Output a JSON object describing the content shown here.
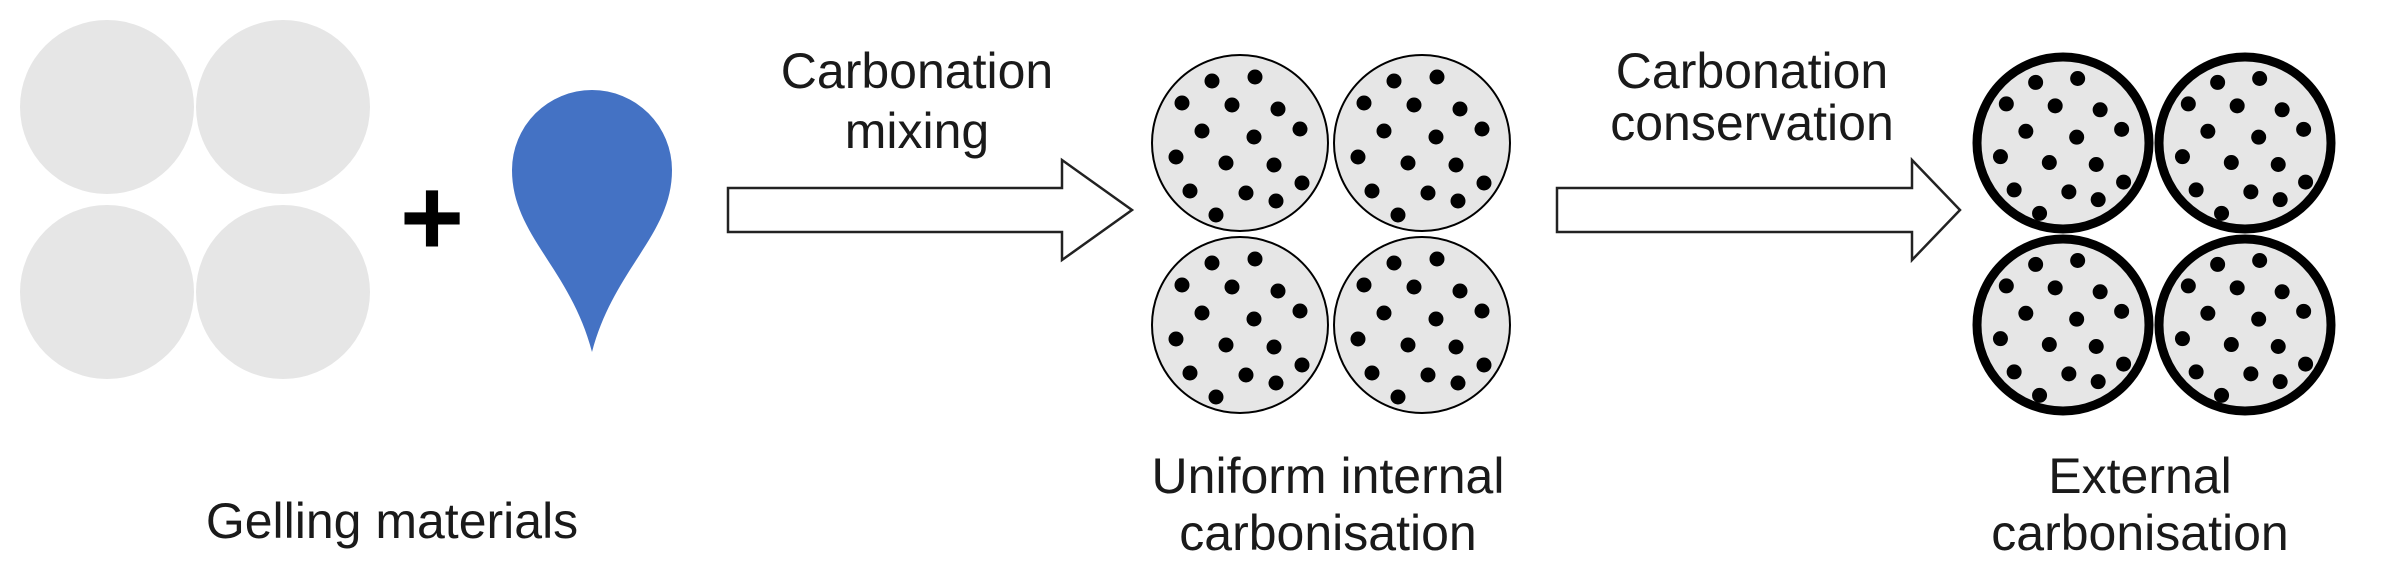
{
  "stages": [
    {
      "id": "gelling",
      "label_lines": [
        "Gelling materials"
      ]
    },
    {
      "id": "internal",
      "label_lines": [
        "Uniform internal",
        "carbonisation"
      ]
    },
    {
      "id": "external",
      "label_lines": [
        "External",
        "carbonisation"
      ]
    }
  ],
  "operator_symbol": "+",
  "arrows": [
    {
      "id": "mixing",
      "label_lines": [
        "Carbonation",
        "mixing"
      ]
    },
    {
      "id": "conservation",
      "label_lines": [
        "Carbonation",
        "conservation"
      ]
    }
  ],
  "colors": {
    "gelling_particle": "#e6e6e6",
    "drop": "#4472c4",
    "carbonised_particle": "#e6e6e6",
    "dot": "#000000",
    "outline": "#000000",
    "text": "#1a1a1a"
  }
}
